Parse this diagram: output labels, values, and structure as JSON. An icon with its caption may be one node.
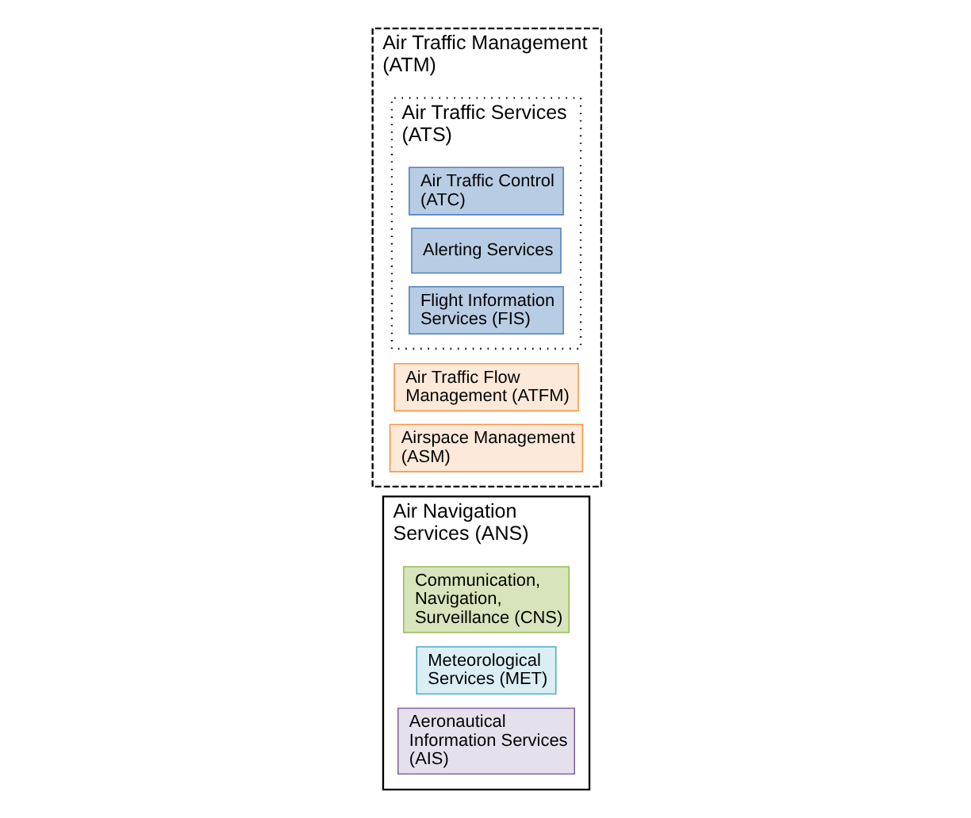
{
  "diagram": {
    "nodes": [
      {
        "text": [
          "Air Navigation Services (ANS)"
        ]
      },
      {
        "text": [
          "Air Traffic Management (ATM)"
        ]
      },
      {
        "text": [
          "Air Traffic Services (ATS)"
        ],
        "in": 1
      },
      {
        "text": [
          "Air Traffic Control (ATC)"
        ],
        "in": 2
      },
      {
        "text": [
          "Alerting Services"
        ],
        "in": 2
      },
      {
        "text": [
          "Flight Information Services (FIS)"
        ],
        "in": 2
      },
      {
        "text": [
          "Communication, Navigation, Surveillance (CNS)"
        ],
        "in": 0
      },
      {
        "text": [
          "Meteorological Services (MET)"
        ],
        "in": 0
      },
      {
        "text": [
          "Aeronautical Information Services (AIS)"
        ],
        "in": 0
      },
      {
        "text": [
          "Air Traffic Flow Management (ATFM)"
        ],
        "in": 1
      },
      {
        "text": [
          "Airspace Management (ASM)"
        ],
        "in": 1
      }
    ]
  }
}
